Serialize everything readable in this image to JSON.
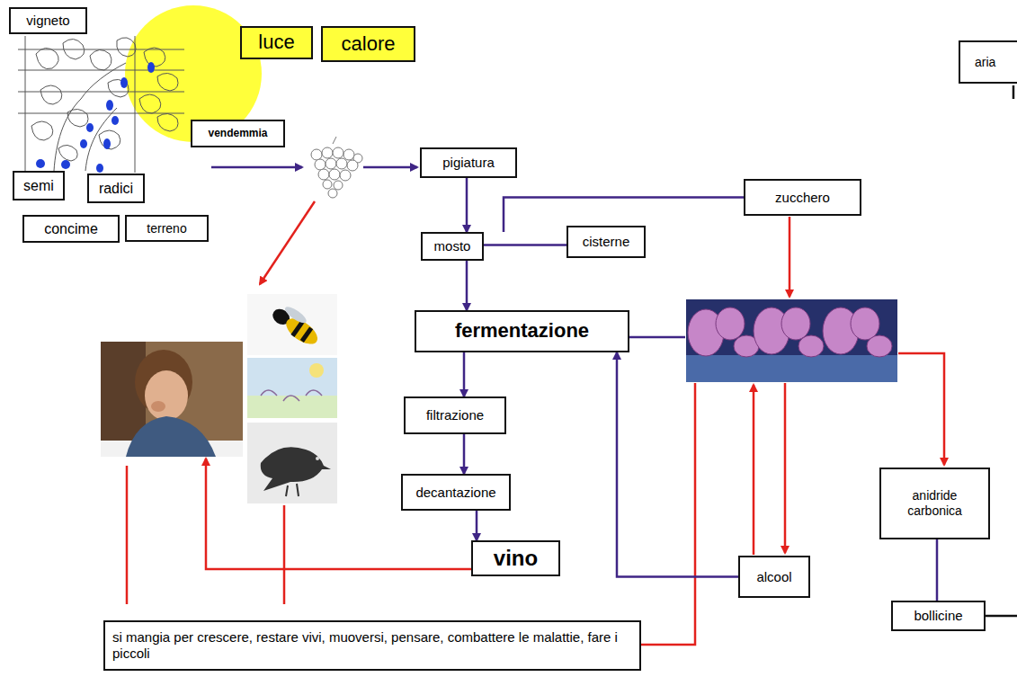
{
  "diagram": {
    "nodes": [
      {
        "text": [
          "vigneto"
        ]
      },
      {
        "text": [
          "luce"
        ]
      },
      {
        "text": [
          "calore"
        ]
      },
      {
        "text": [
          "vendemmia"
        ]
      },
      {
        "text": [
          "semi"
        ]
      },
      {
        "text": [
          "radici"
        ]
      },
      {
        "text": [
          "concime"
        ]
      },
      {
        "text": [
          "terreno"
        ]
      },
      {
        "text": [
          "pigiatura"
        ]
      },
      {
        "text": [
          "mosto"
        ]
      },
      {
        "text": [
          "cisterne"
        ]
      },
      {
        "text": [
          "zucchero"
        ]
      },
      {
        "text": [
          "fermentazione"
        ]
      },
      {
        "text": [
          "filtrazione"
        ]
      },
      {
        "text": [
          "decantazione"
        ]
      },
      {
        "text": [
          "vino"
        ]
      },
      {
        "text": [
          "alcool"
        ]
      },
      {
        "text": [
          "anidride carbonica"
        ]
      },
      {
        "text": [
          "bollicine"
        ]
      },
      {
        "text": [
          "aria"
        ]
      },
      {
        "text": [
          "si mangia per crescere, restare vivi, muoversi, pensare, combattere le malattie, fare i piccoli"
        ]
      }
    ],
    "edges": [
      {
        "from": 8,
        "to": 9,
        "arrow": "to"
      },
      {
        "from": 11,
        "to": 9,
        "arrow": "none"
      },
      {
        "from": 9,
        "to": 10,
        "arrow": "none"
      },
      {
        "from": 9,
        "to": 12,
        "arrow": "to"
      },
      {
        "from": 12,
        "to": 13,
        "arrow": "to"
      },
      {
        "from": 13,
        "to": 14,
        "arrow": "to"
      },
      {
        "from": 14,
        "to": 15,
        "arrow": "to"
      },
      {
        "from": 16,
        "to": 12,
        "arrow": "to"
      },
      {
        "from": 17,
        "to": 18,
        "arrow": "none"
      }
    ]
  }
}
